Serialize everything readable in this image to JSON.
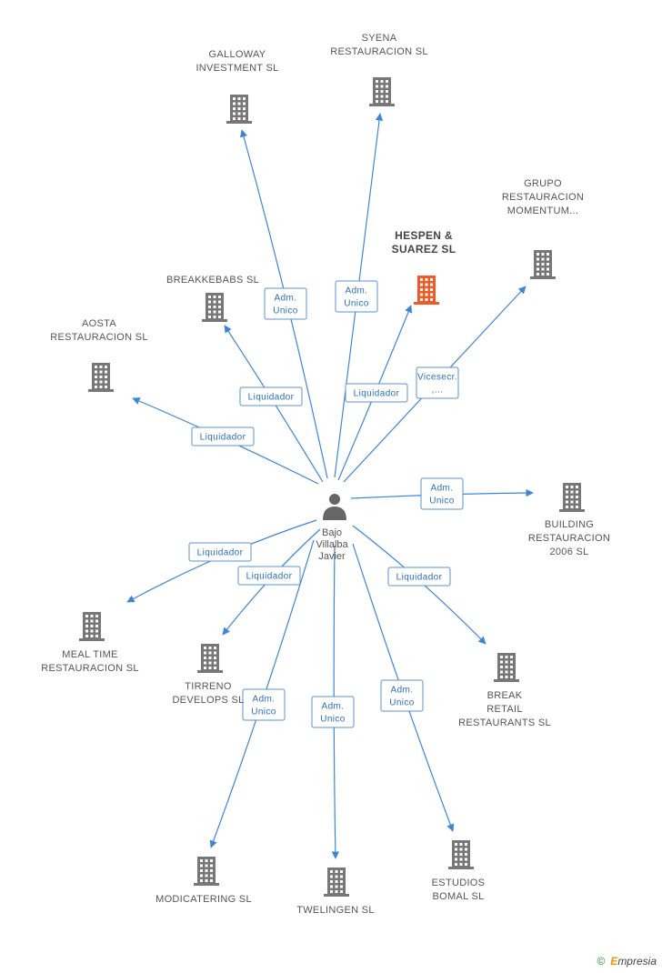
{
  "colors": {
    "edge": "#3d86d6",
    "role_text": "#2a6fb8",
    "building": "#777777",
    "focus_building": "#f05a28",
    "label": "#555555"
  },
  "person": {
    "lines": [
      "Bajo",
      "Villalba",
      "Javier"
    ],
    "icon": "person-icon"
  },
  "companies": [
    {
      "id": "galloway",
      "lines": [
        "GALLOWAY",
        "INVESTMENT SL"
      ]
    },
    {
      "id": "syena",
      "lines": [
        "SYENA",
        "RESTAURACION SL"
      ]
    },
    {
      "id": "hespen",
      "lines": [
        "HESPEN &",
        "SUAREZ SL"
      ],
      "focus": true
    },
    {
      "id": "grupo",
      "lines": [
        "GRUPO",
        "RESTAURACION",
        "MOMENTUM..."
      ]
    },
    {
      "id": "breakkebabs",
      "lines": [
        "BREAKKEBABS SL"
      ]
    },
    {
      "id": "aosta",
      "lines": [
        "AOSTA",
        "RESTAURACION SL"
      ]
    },
    {
      "id": "building2006",
      "lines": [
        "BUILDING",
        "RESTAURACION",
        "2006 SL"
      ]
    },
    {
      "id": "mealtime",
      "lines": [
        "MEAL TIME",
        "RESTAURACION SL"
      ]
    },
    {
      "id": "tirreno",
      "lines": [
        "TIRRENO",
        "DEVELOPS SL"
      ]
    },
    {
      "id": "breakretail",
      "lines": [
        "BREAK",
        "RETAIL",
        "RESTAURANTS SL"
      ]
    },
    {
      "id": "modicatering",
      "lines": [
        "MODICATERING SL"
      ]
    },
    {
      "id": "twelingen",
      "lines": [
        "TWELINGEN  SL"
      ]
    },
    {
      "id": "estudios",
      "lines": [
        "ESTUDIOS",
        "BOMAL SL"
      ]
    }
  ],
  "relations": [
    {
      "to": "galloway",
      "role": [
        "Adm.",
        "Unico"
      ]
    },
    {
      "to": "syena",
      "role": [
        "Adm.",
        "Unico"
      ]
    },
    {
      "to": "hespen",
      "role": [
        "Liquidador"
      ]
    },
    {
      "to": "grupo",
      "role": [
        "Vicesecr.",
        ",..."
      ]
    },
    {
      "to": "breakkebabs",
      "role": [
        "Liquidador"
      ]
    },
    {
      "to": "aosta",
      "role": [
        "Liquidador"
      ]
    },
    {
      "to": "building2006",
      "role": [
        "Adm.",
        "Unico"
      ]
    },
    {
      "to": "mealtime",
      "role": [
        "Liquidador"
      ]
    },
    {
      "to": "tirreno",
      "role": [
        "Liquidador"
      ]
    },
    {
      "to": "breakretail",
      "role": [
        "Liquidador"
      ]
    },
    {
      "to": "modicatering",
      "role": [
        "Adm.",
        "Unico"
      ]
    },
    {
      "to": "twelingen",
      "role": [
        "Adm.",
        "Unico"
      ]
    },
    {
      "to": "estudios",
      "role": [
        "Adm.",
        "Unico"
      ]
    }
  ],
  "footer": {
    "copyright": "©",
    "brand_initial": "E",
    "brand_rest": "mpresia"
  }
}
